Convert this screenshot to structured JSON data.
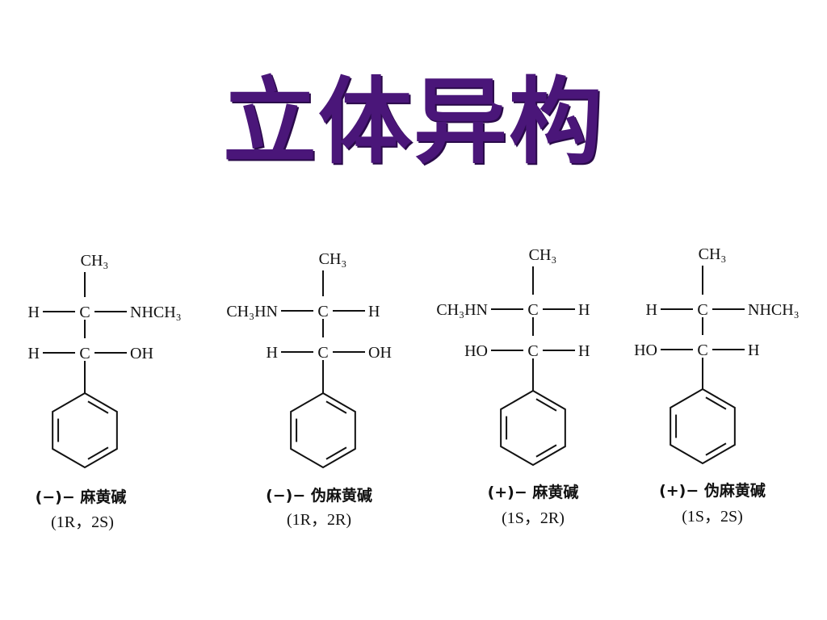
{
  "slide": {
    "title": "立体异构"
  },
  "molecules": [
    {
      "top": "CH₃",
      "c1": {
        "left": "H",
        "center": "C",
        "right": "NHCH₃"
      },
      "c2": {
        "left": "H",
        "center": "C",
        "right": "OH"
      },
      "name": "(−)− 麻黄碱",
      "config": "(1R，2S)"
    },
    {
      "top": "CH₃",
      "c1": {
        "left": "CH₃HN",
        "center": "C",
        "right": "H"
      },
      "c2": {
        "left": "H",
        "center": "C",
        "right": "OH"
      },
      "name": "(−)− 伪麻黄碱",
      "config": "(1R，2R)"
    },
    {
      "top": "CH₃",
      "c1": {
        "left": "CH₃HN",
        "center": "C",
        "right": "H"
      },
      "c2": {
        "left": "HO",
        "center": "C",
        "right": "H"
      },
      "name": "(+)− 麻黄碱",
      "config": "(1S，2R)"
    },
    {
      "top": "CH₃",
      "c1": {
        "left": "H",
        "center": "C",
        "right": "NHCH₃"
      },
      "c2": {
        "left": "HO",
        "center": "C",
        "right": "H"
      },
      "name": "(+)− 伪麻黄碱",
      "config": "(1S，2S)"
    }
  ]
}
